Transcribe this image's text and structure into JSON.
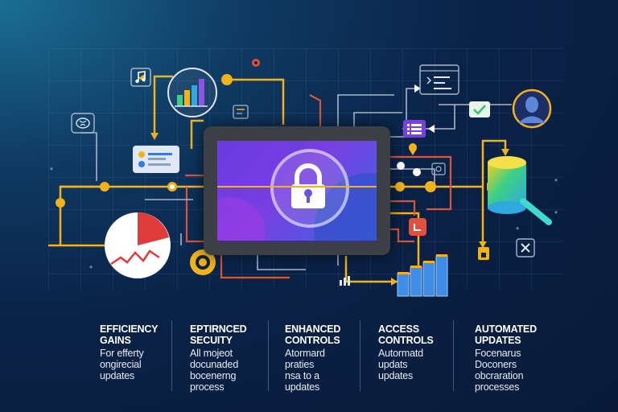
{
  "features": [
    {
      "title": "EFFICIENCY\nGAINS",
      "description": "For efferty\nongirecial\nupdates"
    },
    {
      "title": "EPTIRNCED\nSECUITY",
      "description": "All mojeot\ndocunaded\nbocenerng\nprocess"
    },
    {
      "title": "ENHANCED\nCONTROLS",
      "description": "Atormard\npraties\nnsa to a\nupdates"
    },
    {
      "title": "ACCESS\nCONTROLS",
      "description": "Autormatd\nupdats\nupdates"
    },
    {
      "title": "AUTOMATED\nUPDATES",
      "description": "Focenarus\nDoconers\nobcraration\nprocesses"
    }
  ],
  "colors": {
    "accent_yellow": "#f2b21b",
    "wire_orange": "#e0872a",
    "wire_red": "#d94e4e",
    "wire_gray": "#a9b6c8",
    "screen_frame": "#3d3f47",
    "bars_blue": "#3e8de6",
    "check_green": "#33c46a"
  },
  "icons": [
    "music-note-icon",
    "bar-chart-icon",
    "brain-icon",
    "profile-card-icon",
    "pie-chart-icon",
    "gear-icon",
    "padlock-icon",
    "code-window-icon",
    "user-avatar-icon",
    "checkmark-icon",
    "list-icon",
    "database-icon",
    "magnifier-icon",
    "close-icon",
    "document-icon",
    "blue-bar-chart-icon"
  ]
}
